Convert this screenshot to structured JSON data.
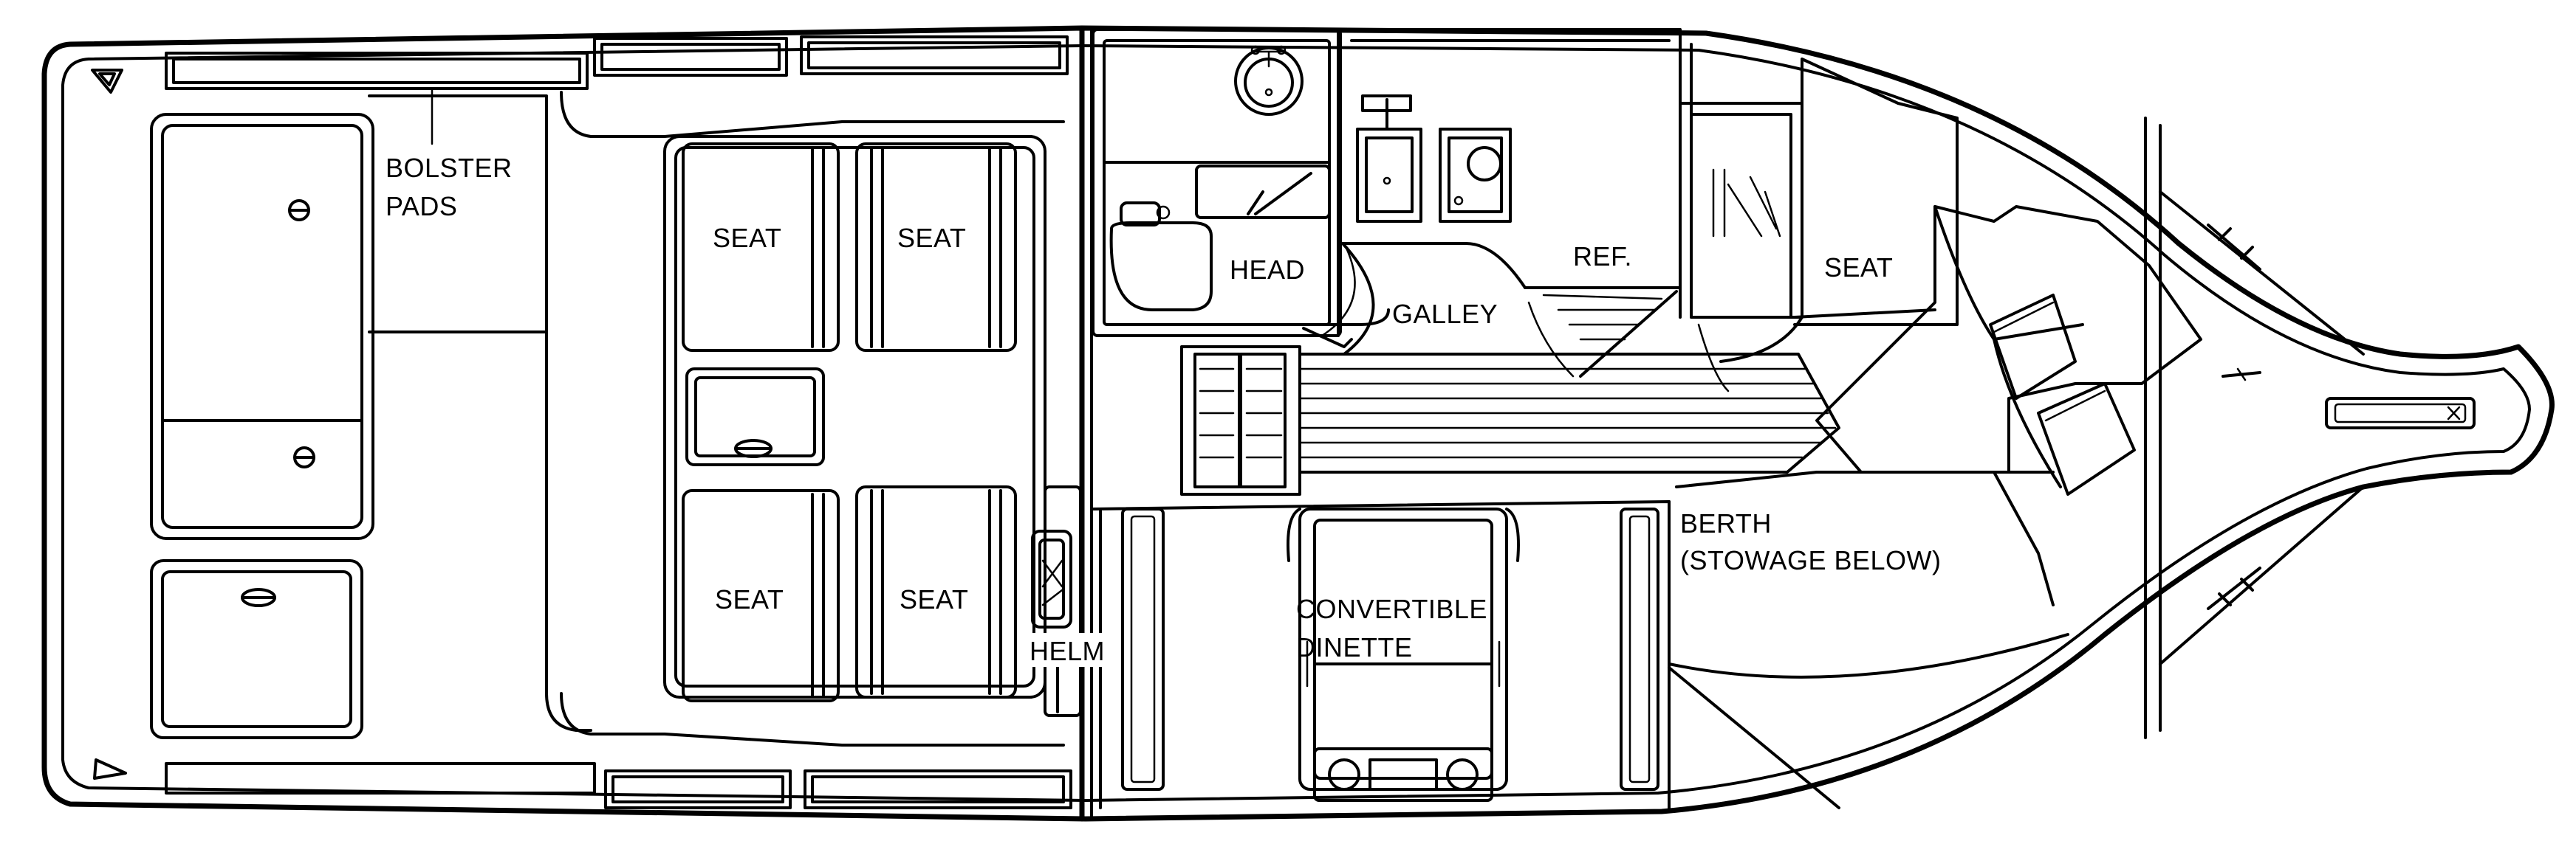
{
  "diagram": {
    "labels": {
      "bolster_line1": "BOLSTER",
      "bolster_line2": "PADS",
      "seat_tl": "SEAT",
      "seat_tr": "SEAT",
      "seat_bl": "SEAT",
      "seat_br": "SEAT",
      "helm": "HELM",
      "head": "HEAD",
      "galley": "GALLEY",
      "ref": "REF.",
      "seat_forward": "SEAT",
      "dinette_line1": "CONVERTIBLE",
      "dinette_line2": "DINETTE",
      "berth_line1": "BERTH",
      "berth_line2": "(STOWAGE BELOW)"
    },
    "line_color": "#000000",
    "background": "#ffffff"
  }
}
